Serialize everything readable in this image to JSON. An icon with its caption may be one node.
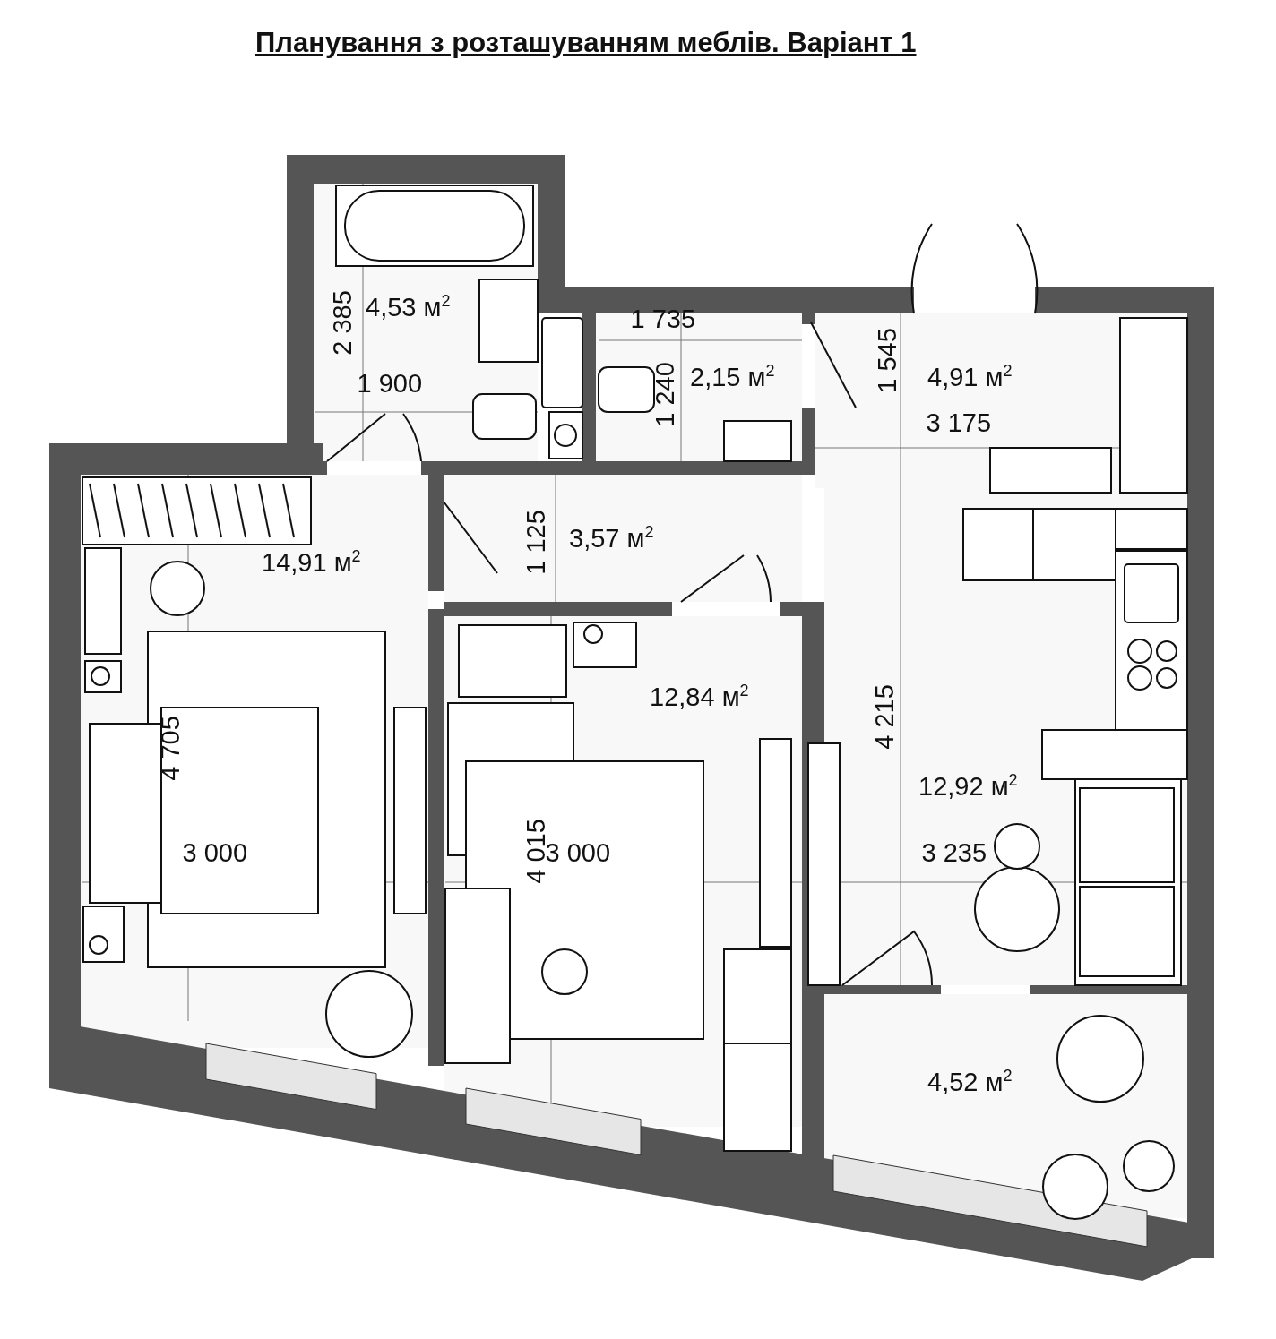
{
  "diagram": {
    "title": "Планування з розташуванням меблів. Варіант 1",
    "nodes": [
      {
        "text": [
          "4,53 м$^{2}$"
        ]
      },
      {
        "text": [
          "2,15 м$^{2}$"
        ]
      },
      {
        "text": [
          "4,91 м$^{2}$"
        ]
      },
      {
        "text": [
          "14,91 м$^{2}$"
        ]
      },
      {
        "text": [
          "3,57 м$^{2}$"
        ]
      },
      {
        "text": [
          "12,84 м$^{2}$"
        ]
      },
      {
        "text": [
          "12,92 м$^{2}$"
        ]
      },
      {
        "text": [
          "4,52 м$^{2}$"
        ]
      }
    ],
    "labels": [
      "2 385",
      "1 900",
      "1 735",
      "1 240",
      "1 545",
      "3 175",
      "1 125",
      "4 705",
      "3 000",
      "4 015",
      "3 000",
      "4 215",
      "3 235"
    ]
  }
}
